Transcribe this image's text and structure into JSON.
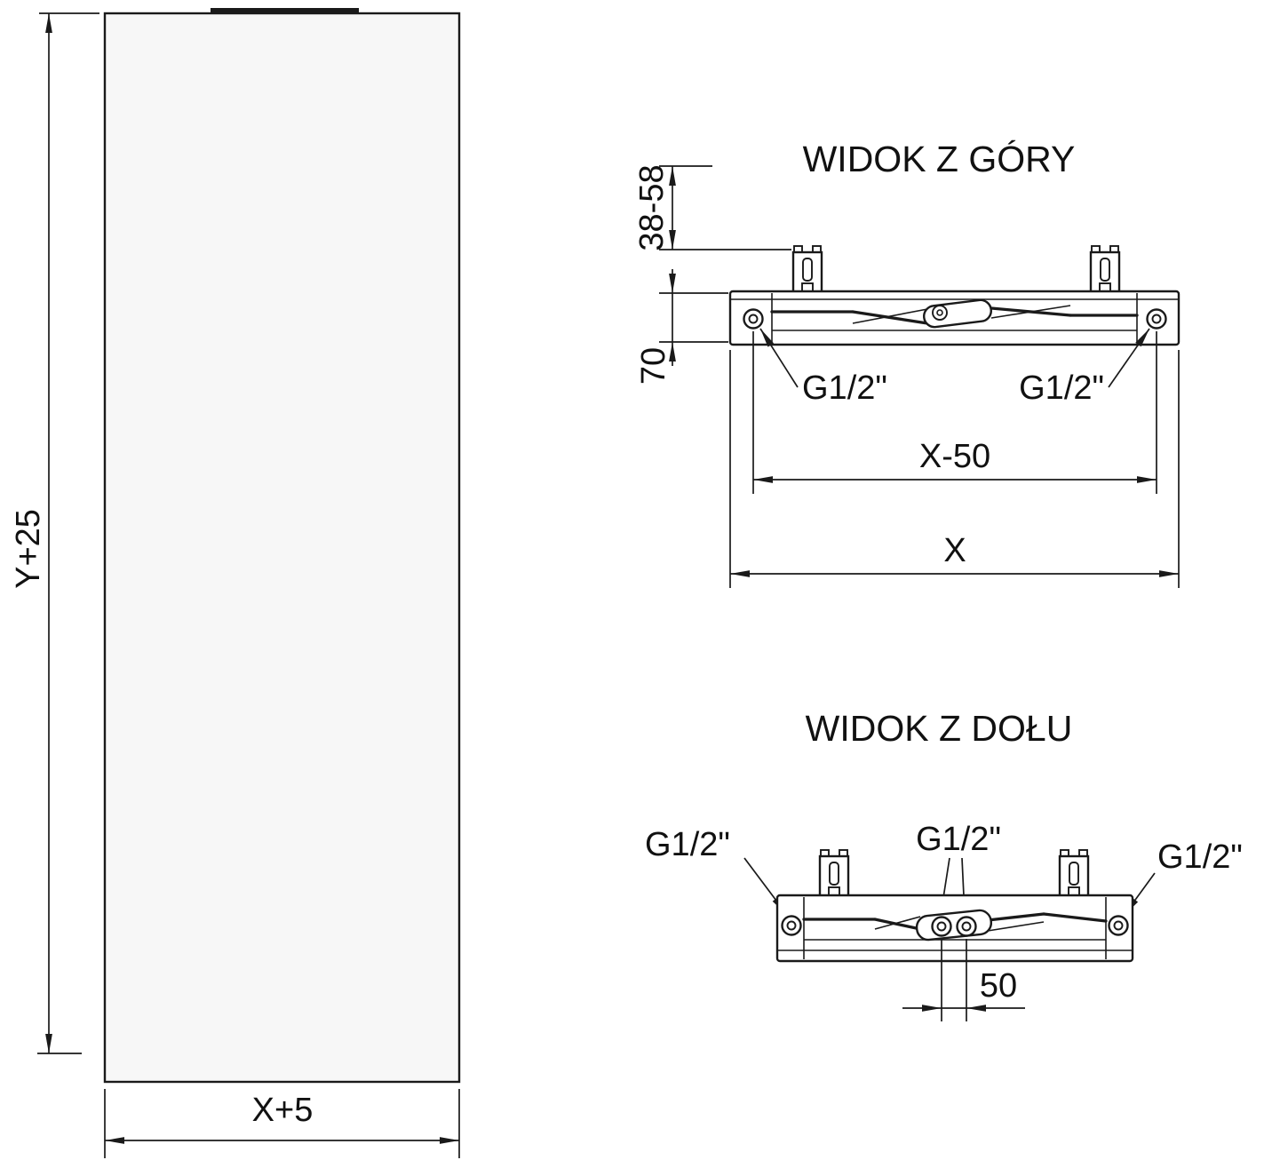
{
  "drawing": {
    "front_view": {
      "height_label": "Y+25",
      "width_label": "X+5"
    },
    "top_view": {
      "title": "WIDOK Z GÓRY",
      "wall_distance_label": "38-58",
      "depth_label": "70",
      "left_connection_label": "G1/2\"",
      "right_connection_label": "G1/2\"",
      "spacing_label": "X-50",
      "width_label": "X"
    },
    "bottom_view": {
      "title": "WIDOK Z DOŁU",
      "left_connection_label": "G1/2\"",
      "center_connection_label": "G1/2\"",
      "right_connection_label": "G1/2\"",
      "center_spacing_label": "50"
    },
    "colors": {
      "line_color": "#1a1a1a",
      "panel_fill": "#f7f7f7",
      "background": "#ffffff"
    }
  }
}
